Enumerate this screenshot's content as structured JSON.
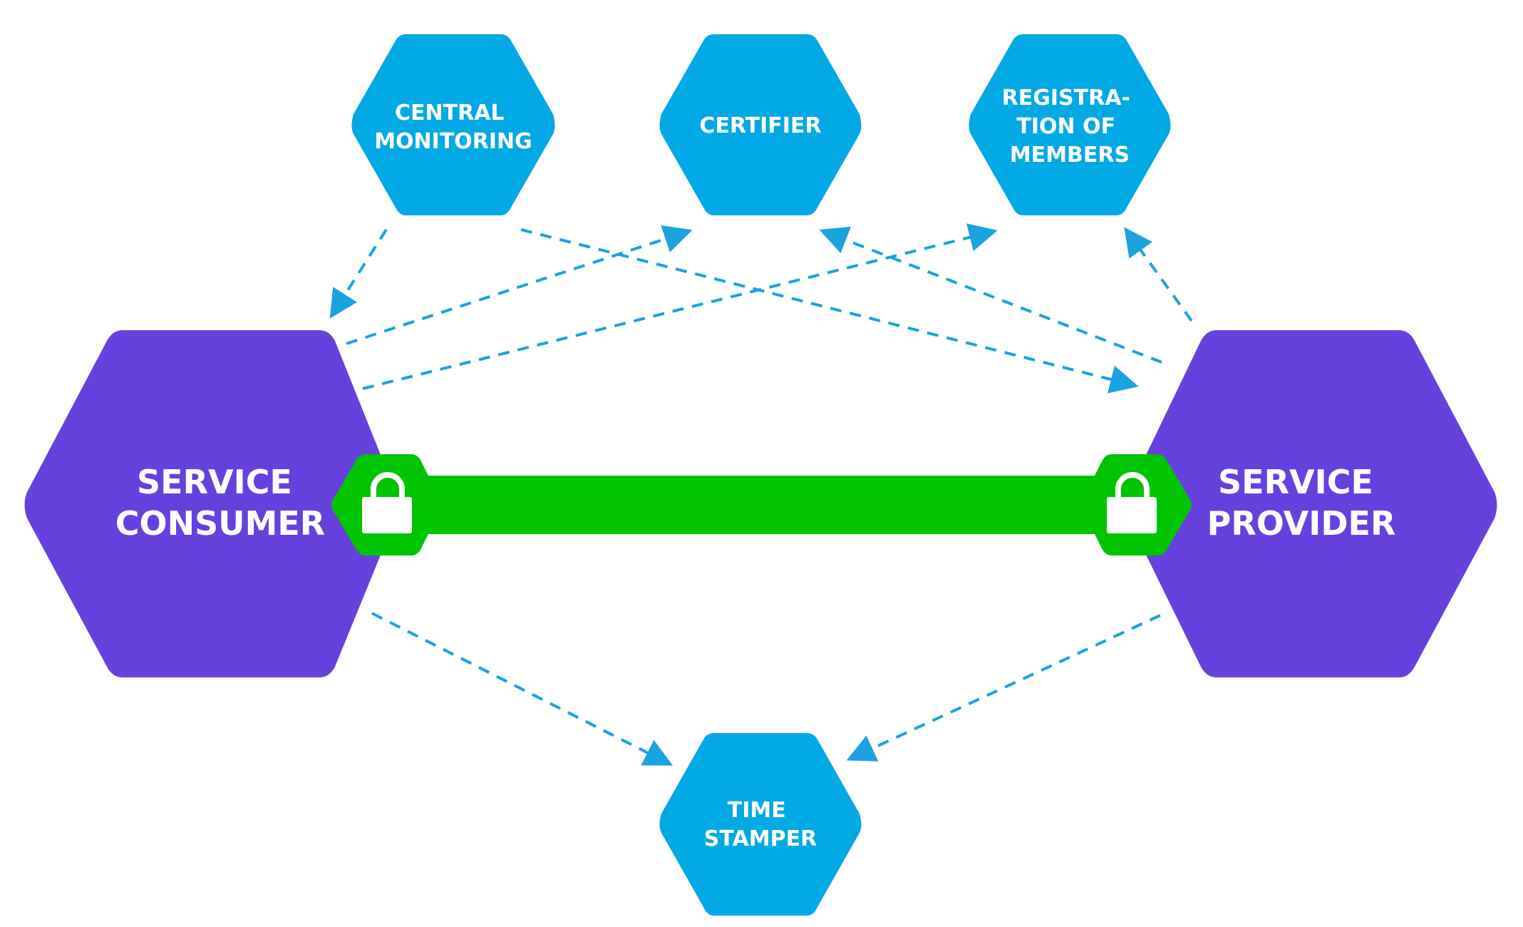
{
  "colors": {
    "background": "#ffffff",
    "service_node": "#6641DE",
    "component_node": "#03A9E5",
    "secure_channel": "#00C400",
    "lock_icon": "#ffffff",
    "connector": "#1AA3DE"
  },
  "nodes": {
    "central_monitoring": {
      "lines": [
        "CENTRAL",
        "MONITORING"
      ]
    },
    "certifier": {
      "lines": [
        "CERTIFIER"
      ]
    },
    "registration_of_members": {
      "lines": [
        "REGISTRA-",
        "TION OF",
        "MEMBERS"
      ]
    },
    "service_consumer": {
      "lines": [
        "SERVICE",
        "CONSUMER"
      ]
    },
    "service_provider": {
      "lines": [
        "SERVICE",
        "PROVIDER"
      ]
    },
    "time_stamper": {
      "lines": [
        "TIME",
        "STAMPER"
      ]
    }
  },
  "secure_channel": {
    "icon_left": "lock-icon",
    "icon_right": "lock-icon"
  },
  "connections": [
    {
      "from": "central_monitoring",
      "to": "service_consumer"
    },
    {
      "from": "central_monitoring",
      "to": "service_provider"
    },
    {
      "from": "service_consumer",
      "to": "certifier"
    },
    {
      "from": "service_consumer",
      "to": "registration_of_members"
    },
    {
      "from": "service_provider",
      "to": "certifier"
    },
    {
      "from": "service_provider",
      "to": "registration_of_members"
    },
    {
      "from": "service_consumer",
      "to": "time_stamper"
    },
    {
      "from": "service_provider",
      "to": "time_stamper"
    }
  ]
}
